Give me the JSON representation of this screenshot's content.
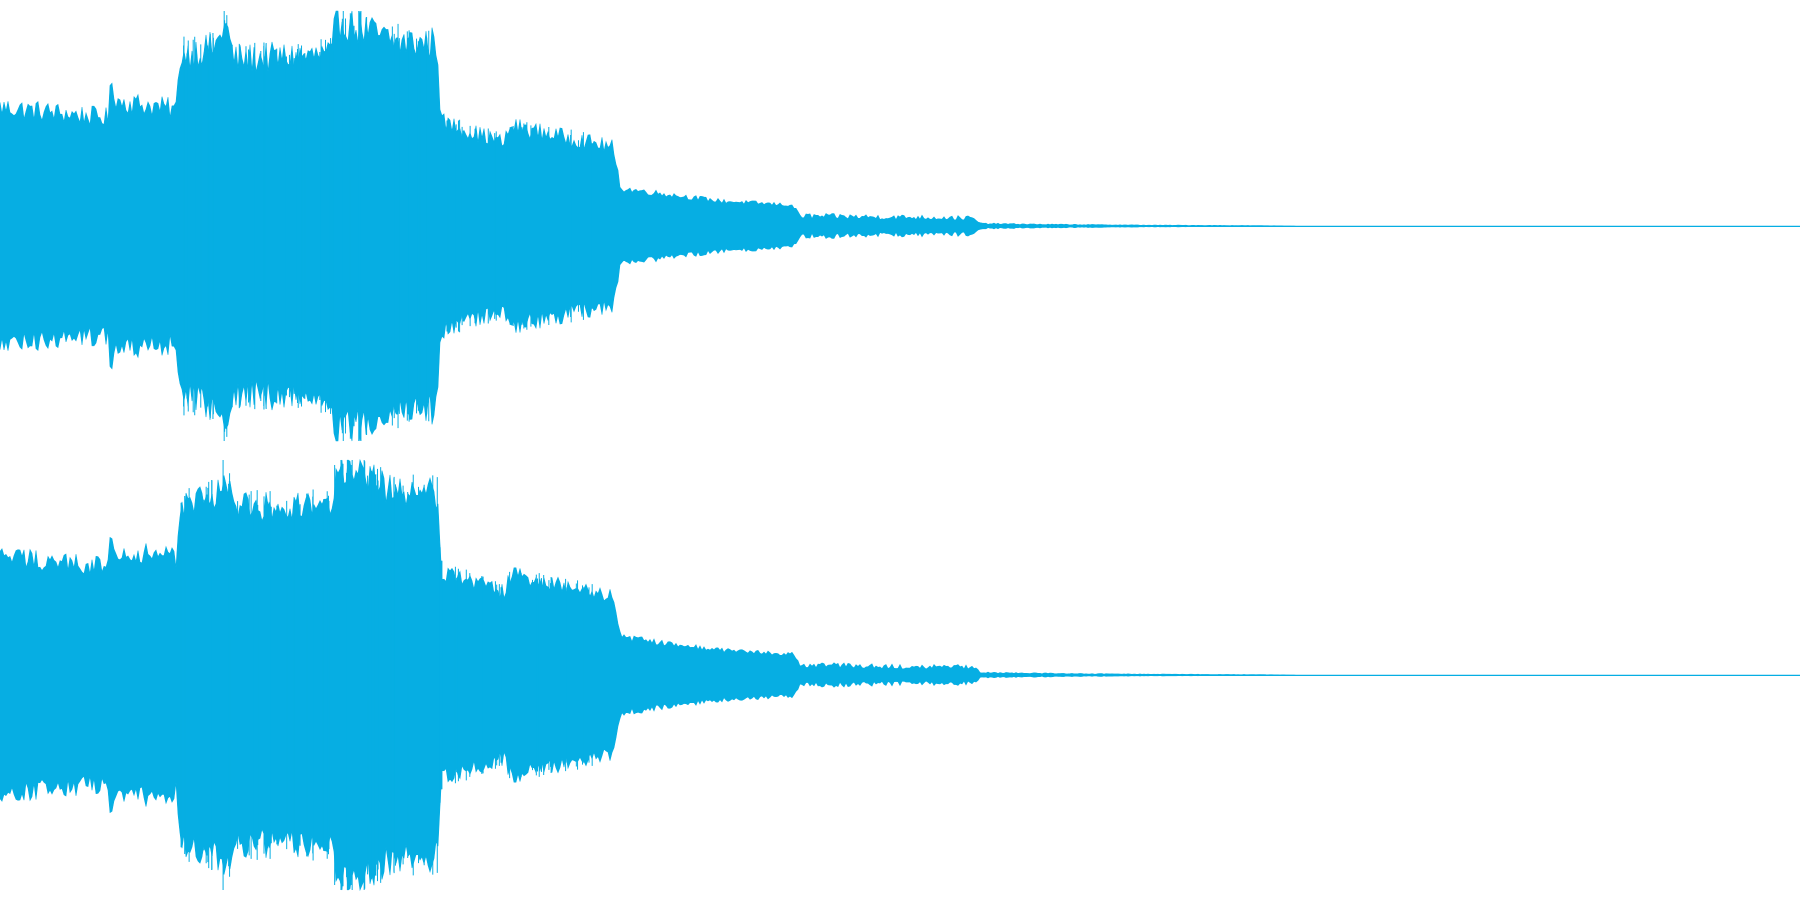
{
  "waveform": {
    "color": "#06aee3",
    "background": "#ffffff",
    "channels": [
      {
        "name": "",
        "envelope": [
          [
            0.0,
            0.57
          ],
          [
            0.06,
            0.52
          ],
          [
            0.062,
            0.7
          ],
          [
            0.065,
            0.6
          ],
          [
            0.098,
            0.56
          ],
          [
            0.1,
            0.82
          ],
          [
            0.12,
            0.86
          ],
          [
            0.125,
            0.98
          ],
          [
            0.13,
            0.8
          ],
          [
            0.185,
            0.82
          ],
          [
            0.186,
            1.0
          ],
          [
            0.22,
            0.88
          ],
          [
            0.243,
            0.88
          ],
          [
            0.245,
            0.5
          ],
          [
            0.28,
            0.4
          ],
          [
            0.284,
            0.48
          ],
          [
            0.34,
            0.38
          ],
          [
            0.345,
            0.18
          ],
          [
            0.4,
            0.12
          ],
          [
            0.44,
            0.1
          ],
          [
            0.445,
            0.05
          ],
          [
            0.54,
            0.04
          ],
          [
            0.545,
            0.012
          ],
          [
            0.58,
            0.008
          ],
          [
            0.64,
            0.004
          ],
          [
            0.7,
            0.002
          ],
          [
            0.72,
            0.0
          ]
        ]
      },
      {
        "name": "",
        "envelope": [
          [
            0.0,
            0.57
          ],
          [
            0.06,
            0.52
          ],
          [
            0.062,
            0.7
          ],
          [
            0.065,
            0.6
          ],
          [
            0.098,
            0.56
          ],
          [
            0.1,
            0.82
          ],
          [
            0.12,
            0.86
          ],
          [
            0.125,
            0.98
          ],
          [
            0.13,
            0.8
          ],
          [
            0.185,
            0.82
          ],
          [
            0.186,
            1.0
          ],
          [
            0.22,
            0.88
          ],
          [
            0.243,
            0.88
          ],
          [
            0.245,
            0.5
          ],
          [
            0.28,
            0.4
          ],
          [
            0.284,
            0.48
          ],
          [
            0.34,
            0.38
          ],
          [
            0.345,
            0.18
          ],
          [
            0.4,
            0.12
          ],
          [
            0.44,
            0.1
          ],
          [
            0.445,
            0.05
          ],
          [
            0.54,
            0.04
          ],
          [
            0.545,
            0.012
          ],
          [
            0.58,
            0.008
          ],
          [
            0.64,
            0.004
          ],
          [
            0.7,
            0.002
          ],
          [
            0.72,
            0.0
          ]
        ]
      }
    ]
  }
}
